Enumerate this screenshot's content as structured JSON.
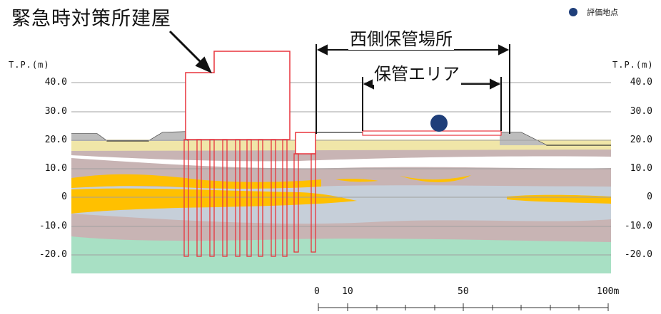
{
  "title": "緊急時対策所建屋",
  "legend": {
    "label": "評価地点",
    "color": "#1f3f7a"
  },
  "axis": {
    "unit_label_left": "T.P.(m)",
    "unit_label_right": "T.P.(m)",
    "ticks": [
      "40.0",
      "30.0",
      "20.0",
      "10.0",
      "0",
      "-10.0",
      "-20.0"
    ]
  },
  "annotations": {
    "storage_site": "西側保管場所",
    "storage_area": "保管エリア"
  },
  "scale_bar": {
    "labels": [
      "0",
      "10",
      "50",
      "100m"
    ]
  },
  "colors": {
    "building_outline": "#e8343c",
    "evaluation_point": "#1f3f7a",
    "sand_layer": "#ffc000",
    "clay_layer": "#c8b4b4",
    "gray_layer": "#c6cfd9",
    "green_layer": "#a8e0c4",
    "surface_layer": "#f0e6a8"
  }
}
